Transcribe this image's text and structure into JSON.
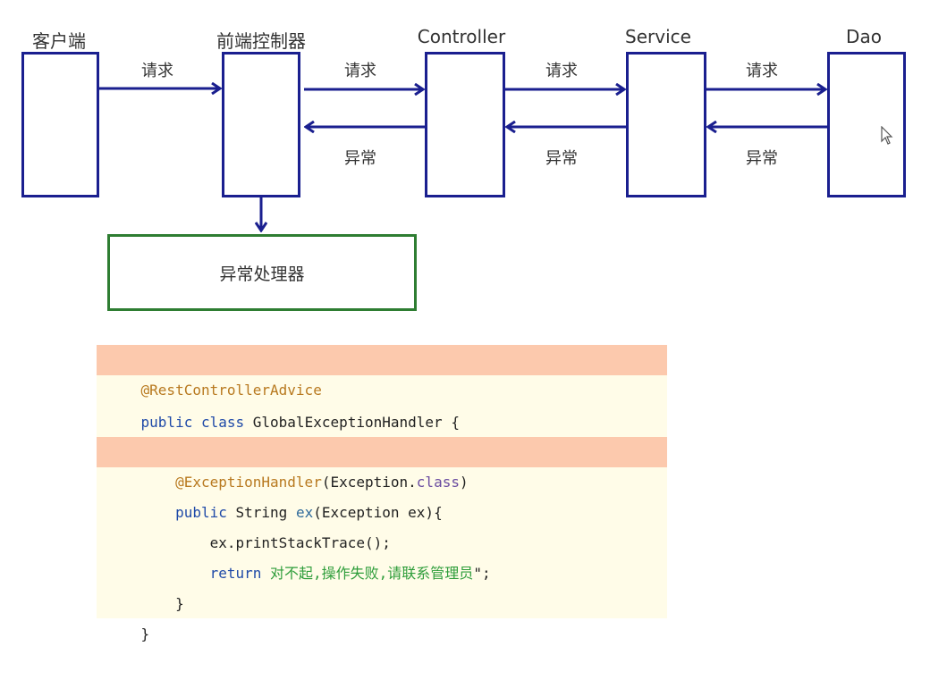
{
  "diagram": {
    "nodes": [
      {
        "id": "client",
        "label": "客户端"
      },
      {
        "id": "front-controller",
        "label": "前端控制器"
      },
      {
        "id": "controller",
        "label": "Controller"
      },
      {
        "id": "service",
        "label": "Service"
      },
      {
        "id": "dao",
        "label": "Dao"
      }
    ],
    "edges": [
      {
        "from": "client",
        "to": "front-controller",
        "label": "请求"
      },
      {
        "from": "front-controller",
        "to": "controller",
        "label": "请求"
      },
      {
        "from": "controller",
        "to": "service",
        "label": "请求"
      },
      {
        "from": "service",
        "to": "dao",
        "label": "请求"
      },
      {
        "from": "controller",
        "to": "front-controller",
        "label": "异常"
      },
      {
        "from": "service",
        "to": "controller",
        "label": "异常"
      },
      {
        "from": "dao",
        "to": "service",
        "label": "异常"
      },
      {
        "from": "front-controller",
        "to": "exception-handler",
        "label": ""
      }
    ],
    "exception_handler": {
      "label": "异常处理器"
    },
    "colors": {
      "box_border": "#1a1f8f",
      "handler_border": "#2e7d32"
    }
  },
  "code": {
    "lines": [
      {
        "text": "@RestControllerAdvice",
        "highlight": true
      },
      {
        "text": "public class GlobalExceptionHandler {",
        "highlight": false
      },
      {
        "text": "",
        "highlight": false
      },
      {
        "text": "    @ExceptionHandler(Exception.class)",
        "highlight": true
      },
      {
        "text": "    public String ex(Exception ex){",
        "highlight": false
      },
      {
        "text": "        ex.printStackTrace();",
        "highlight": false
      },
      {
        "text": "        return 对不起,操作失败,请联系管理员\";",
        "highlight": false
      },
      {
        "text": "    }",
        "highlight": false
      },
      {
        "text": "}",
        "highlight": false
      }
    ],
    "tokens": {
      "l1_ann": "@RestControllerAdvice",
      "l2_kw": "public class ",
      "l2_plain": "GlobalExceptionHandler {",
      "l4_indent": "    ",
      "l4_ann": "@ExceptionHandler",
      "l4_p1": "(Exception.",
      "l4_cls": "class",
      "l4_p2": ")",
      "l5_indent": "    ",
      "l5_kw": "public ",
      "l5_p1": "String ",
      "l5_method": "ex",
      "l5_p2": "(Exception ex){",
      "l6": "        ex.printStackTrace();",
      "l7_indent": "        ",
      "l7_kw": "return ",
      "l7_str": "对不起,操作失败,请联系管理员",
      "l7_end": "\";",
      "l8": "    }",
      "l9": "}"
    },
    "colors": {
      "background": "#fffce8",
      "highlight": "#fcc9ad",
      "keyword": "#1f4aa8",
      "annotation": "#b8791f",
      "string": "#2e9d3a"
    }
  }
}
